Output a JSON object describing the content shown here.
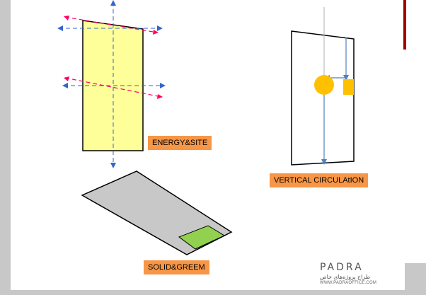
{
  "colors": {
    "frame": "#c8c8c8",
    "accent": "#a00000",
    "label_bg": "#f79646",
    "energy_fill": "#ffff99",
    "solid_fill": "#c8c8c8",
    "green_fill": "#92d050",
    "circle_fill": "#ffc000",
    "axis_blue": "#3366cc",
    "dash_pink": "#ff0066"
  },
  "labels": {
    "energy_site": "ENERGY&SITE",
    "vertical_circulation": "VERTICAL CIRCULAtION",
    "solid_green": "SOLID&GREEM"
  },
  "logo": {
    "mark": "PADRA",
    "persian_line": "طراح پروژه‌های خاص",
    "url": "WWW.PADRAOFFICE.COM"
  },
  "icons": {
    "logo_icon": "padra-logo-icon"
  }
}
